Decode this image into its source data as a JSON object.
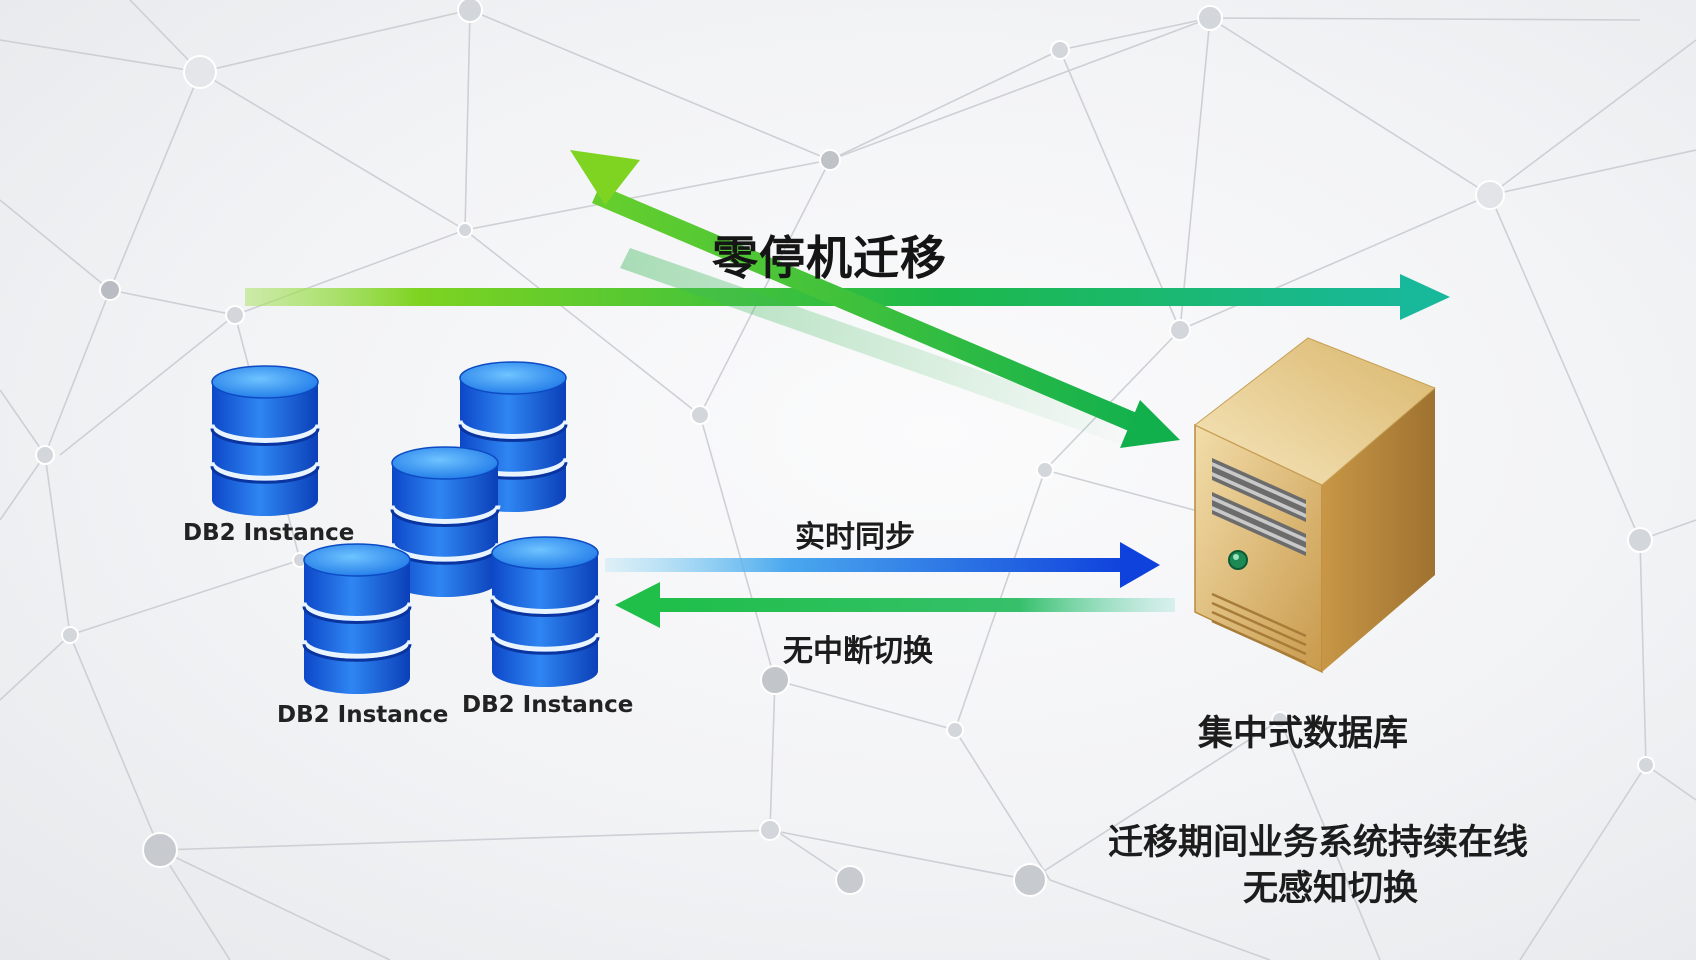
{
  "title": "零停机迁移",
  "db_instances": [
    {
      "label": "DB2 Instance"
    },
    {
      "label": ""
    },
    {
      "label": ""
    },
    {
      "label": "DB2 Instance"
    },
    {
      "label": "DB2 Instance"
    }
  ],
  "sync_label": "实时同步",
  "switch_label": "无中断切换",
  "server_label": "集中式数据库",
  "note_line1": "迁移期间业务系统持续在线",
  "note_line2": "无感知切换",
  "colors": {
    "green_arrow": "#3cbf3a",
    "teal_arrow": "#1fba8a",
    "blue_arrow": "#1550e0",
    "db_blue": "#1a63e0",
    "server_gold": "#d8b46a"
  }
}
